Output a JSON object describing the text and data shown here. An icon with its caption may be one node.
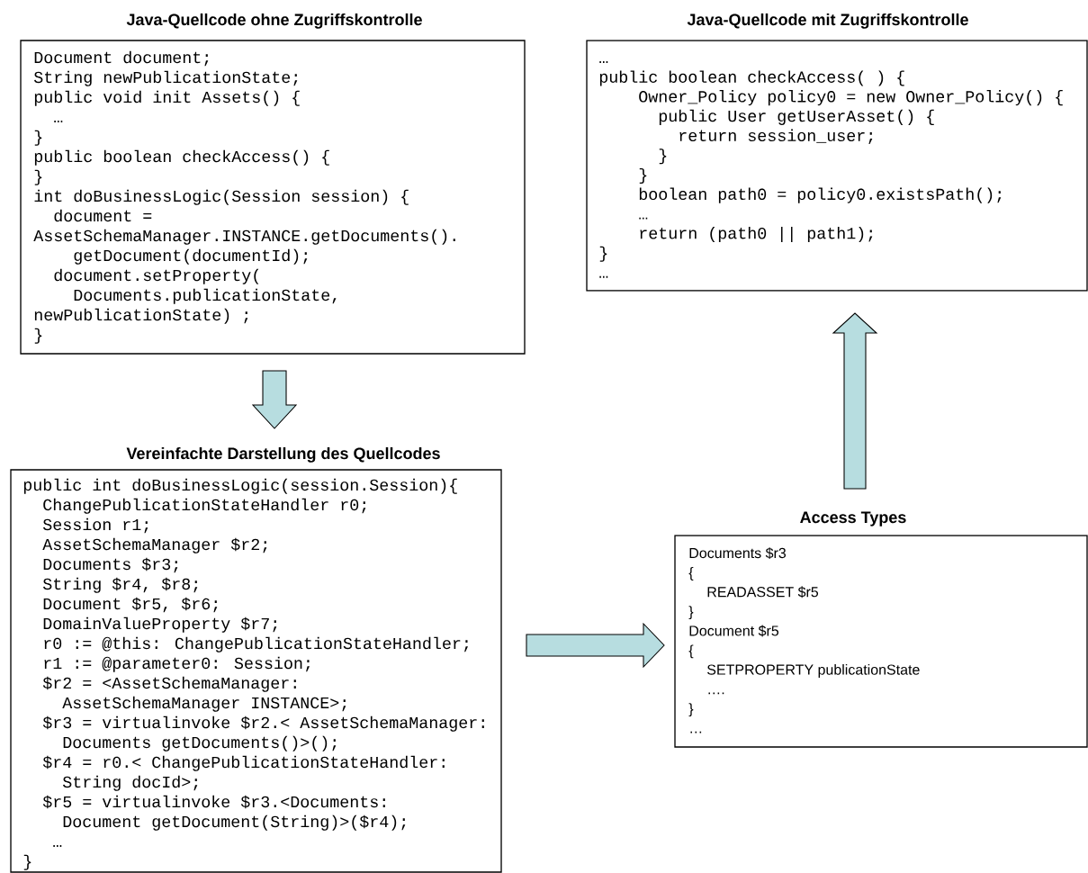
{
  "diagram": {
    "nodes": [
      {
        "text": [
          "Java-Quellcode ohne Zugriffskontrolle",
          "Document document;",
          "String newPublicationState;",
          "public void init Assets() {",
          "…",
          "}",
          "public boolean checkAccess() {",
          "}",
          "int doBusinessLogic(Session session) {",
          "document =",
          "AssetSchemaManager.INSTANCE.getDocuments().",
          "getDocument(documentId);",
          "document.setProperty(",
          "Documents.publicationState,",
          "newPublicationState) ;",
          "}"
        ]
      },
      {
        "text": [
          "Java-Quellcode mit Zugriffskontrolle",
          "…",
          "public boolean checkAccess( ) {",
          "Owner_Policy policy0 = new Owner_Policy() {",
          "public User getUserAsset() {",
          "return session_user;",
          "}",
          "}",
          "boolean path0 = policy0.existsPath();",
          "…",
          "return (path0 || path1);",
          "}",
          "…"
        ]
      },
      {
        "text": [
          "Vereinfachte Darstellung des Quellcodes",
          "public int doBusinessLogic(session.Session){",
          "ChangePublicationStateHandler r0;",
          "Session r1;",
          "AssetSchemaManager $r2;",
          "Documents $r3;",
          "String $r4, $r8;",
          "Document $r5, $r6;",
          "DomainValueProperty $r7;",
          "r0 := @this: ChangePublicationStateHandler;",
          "r1 := @parameter0: Session;",
          "$r2 = <AssetSchemaManager:",
          "AssetSchemaManager INSTANCE>;",
          "$r3 = virtualinvoke $r2.< AssetSchemaManager:",
          "Documents getDocuments()>();",
          "$r4 = r0.< ChangePublicationStateHandler:",
          "String docId>;",
          "$r5 = virtualinvoke $r3.<Documents:",
          "Document getDocument(String)>($r4);",
          "…",
          "}"
        ]
      },
      {
        "text": [
          "Access Types",
          "Documents $r3",
          "{",
          "READASSET $r5",
          "}",
          "Document $r5",
          "{",
          "SETPROPERTY publicationState",
          "….",
          "}",
          "…"
        ]
      }
    ],
    "edges": [
      {
        "from": 0,
        "to": 2,
        "arrow": "to"
      },
      {
        "from": 2,
        "to": 3,
        "arrow": "to"
      },
      {
        "from": 3,
        "to": 1,
        "arrow": "to"
      }
    ]
  }
}
